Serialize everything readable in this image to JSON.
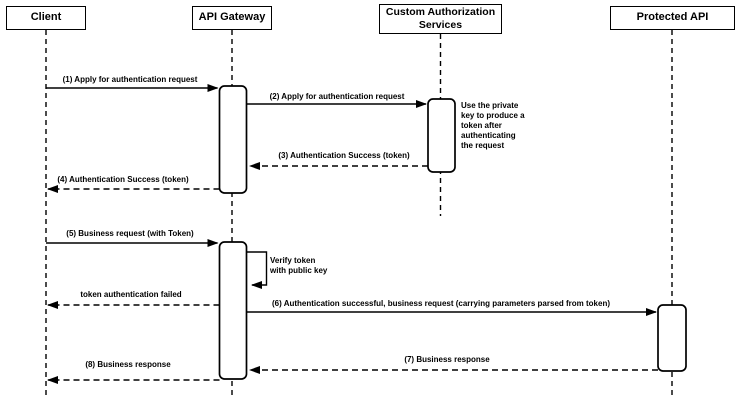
{
  "diagram_type": "uml-sequence",
  "colors": {
    "stroke": "#000000",
    "fill": "#ffffff",
    "text": "#000000"
  },
  "participants": [
    {
      "label": "Client"
    },
    {
      "label": "API Gateway"
    },
    {
      "label": "Custom Authorization\nServices"
    },
    {
      "label": "Protected API"
    }
  ],
  "messages": [
    {
      "label": "(1) Apply for authentication request",
      "from": "Client",
      "to": "API Gateway",
      "line": "solid"
    },
    {
      "label": "(2) Apply for authentication request",
      "from": "API Gateway",
      "to": "Custom Authorization Services",
      "line": "solid"
    },
    {
      "label": "(3) Authentication Success (token)",
      "from": "Custom Authorization Services",
      "to": "API Gateway",
      "line": "dashed"
    },
    {
      "label": "(4) Authentication Success (token)",
      "from": "API Gateway",
      "to": "Client",
      "line": "dashed"
    },
    {
      "label": "(5) Business request (with Token)",
      "from": "Client",
      "to": "API Gateway",
      "line": "solid"
    },
    {
      "label": "Verify token\nwith public key",
      "from": "API Gateway",
      "to": "API Gateway",
      "line": "self"
    },
    {
      "label": "token authentication failed",
      "from": "API Gateway",
      "to": "Client",
      "line": "dashed"
    },
    {
      "label": "(6) Authentication successful, business request (carrying parameters parsed from token)",
      "from": "API Gateway",
      "to": "Protected API",
      "line": "solid"
    },
    {
      "label": "(7) Business response",
      "from": "Protected API",
      "to": "API Gateway",
      "line": "dashed"
    },
    {
      "label": "(8) Business response",
      "from": "API Gateway",
      "to": "Client",
      "line": "dashed"
    }
  ],
  "note": {
    "text": "Use the private\nkey to produce a\ntoken after\nauthenticating\nthe request",
    "attached_to": "Custom Authorization Services"
  }
}
